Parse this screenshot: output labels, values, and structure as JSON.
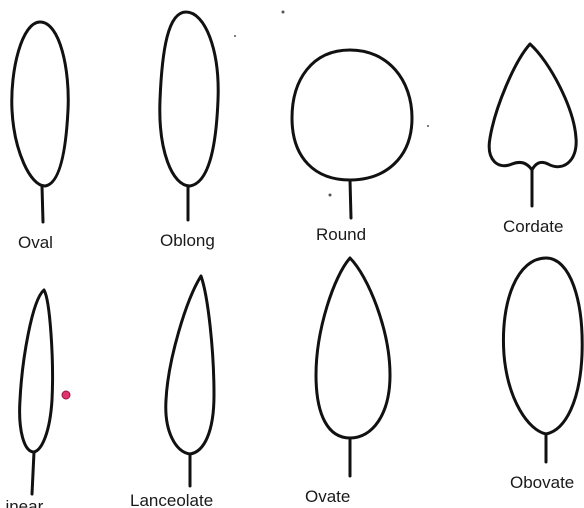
{
  "shapes": [
    {
      "name": "oval",
      "label": "Oval"
    },
    {
      "name": "oblong",
      "label": "Oblong"
    },
    {
      "name": "round",
      "label": "Round"
    },
    {
      "name": "cordate",
      "label": "Cordate"
    },
    {
      "name": "linear",
      "label": "Linear"
    },
    {
      "name": "lanceolate",
      "label": "Lanceolate"
    },
    {
      "name": "ovate",
      "label": "Ovate"
    },
    {
      "name": "obovate",
      "label": "Obovate"
    }
  ],
  "colors": {
    "outline": "#111111",
    "marker": "#e0336e"
  }
}
